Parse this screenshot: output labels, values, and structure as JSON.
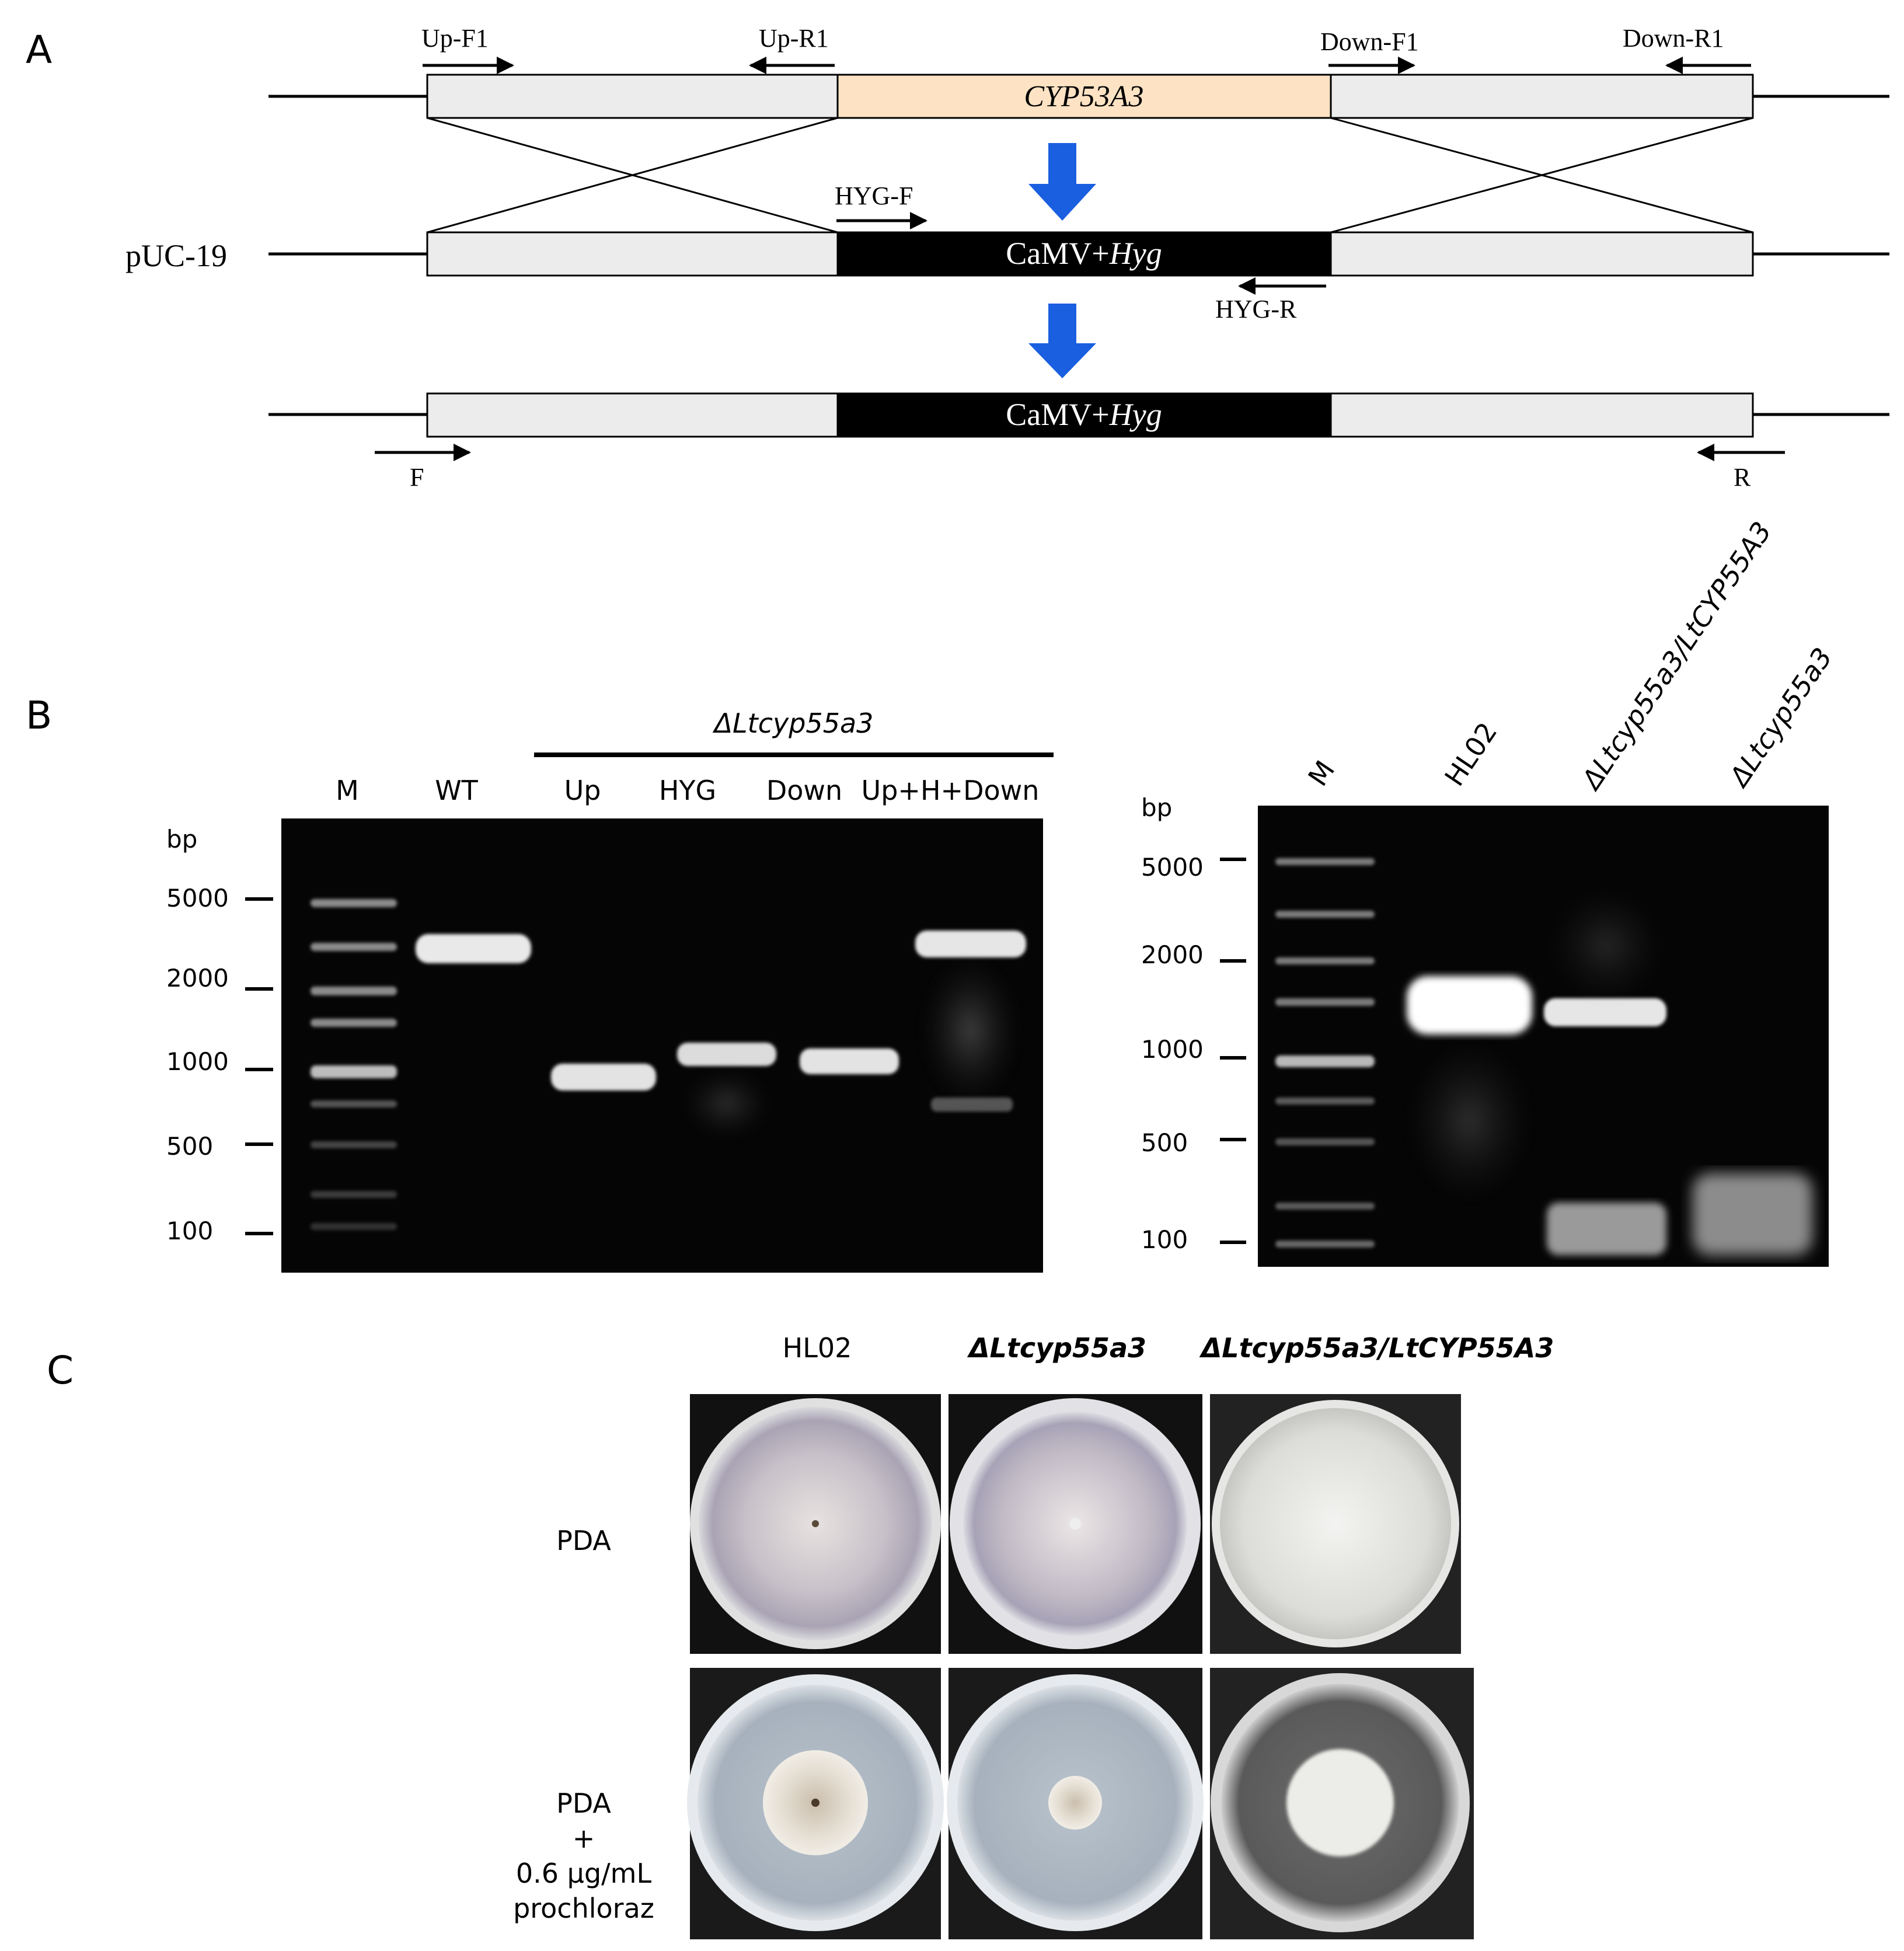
{
  "panels": {
    "a": "A",
    "b": "B",
    "c": "C"
  },
  "panel_a": {
    "gene": "CYP53A3",
    "vector": "pUC-19",
    "cassette_prefix": "CaMV+",
    "cassette_gene": "Hyg",
    "primers": {
      "up_f1": "Up-F1",
      "up_r1": "Up-R1",
      "down_f1": "Down-F1",
      "down_r1": "Down-R1",
      "hyg_f": "HYG-F",
      "hyg_r": "HYG-R",
      "f": "F",
      "r": "R"
    },
    "colors": {
      "homology": "#ececec",
      "gene": "#fde3c3",
      "cassette": "#000000",
      "arrow": "#1a5fe0"
    }
  },
  "gel_left": {
    "group_label": "ΔLtcyp55a3",
    "lanes": [
      "M",
      "WT",
      "Up",
      "HYG",
      "Down",
      "Up+H+Down"
    ],
    "unit": "bp",
    "markers": [
      "5000",
      "2000",
      "1000",
      "500",
      "100"
    ]
  },
  "gel_right": {
    "lanes": [
      "M",
      "HL02",
      "ΔLtcyp55a3/LtCYP55A3",
      "ΔLtcyp55a3"
    ],
    "unit": "bp",
    "markers": [
      "5000",
      "2000",
      "1000",
      "500",
      "100"
    ]
  },
  "panel_c": {
    "columns": [
      "HL02",
      "ΔLtcyp55a3",
      "ΔLtcyp55a3/LtCYP55A3"
    ],
    "rows": [
      {
        "lines": [
          "PDA"
        ]
      },
      {
        "lines": [
          "PDA",
          "+",
          "0.6 μg/mL",
          "prochloraz"
        ]
      }
    ]
  }
}
